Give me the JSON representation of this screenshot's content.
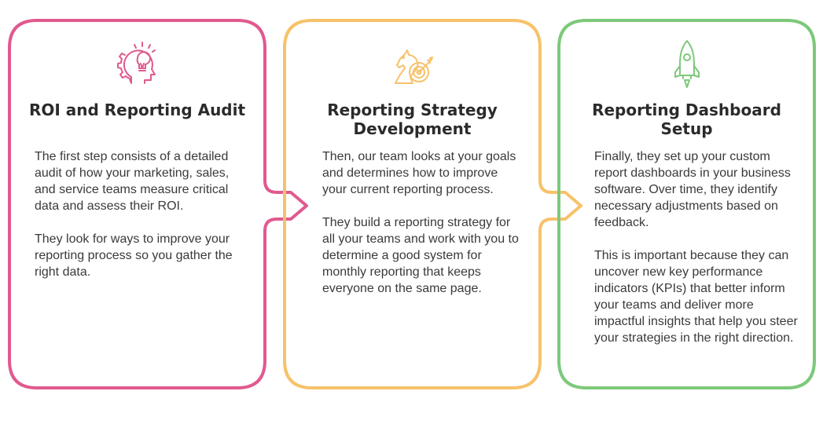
{
  "colors": {
    "pink": "#e05a8f",
    "orange": "#f7c26a",
    "green": "#7cc97a",
    "heading": "#2b2b2b",
    "text": "#3a3a3a"
  },
  "steps": [
    {
      "icon": "lightbulb-head-gear-icon",
      "title": "ROI and Reporting Audit",
      "paragraphs": [
        "The first step consists of a detailed audit of how your marketing, sales, and service teams measure critical data and assess their ROI.",
        "They look for ways to improve your reporting process so you gather the right data."
      ]
    },
    {
      "icon": "chess-knight-target-icon",
      "title": "Reporting Strategy Development",
      "paragraphs": [
        "Then, our team looks at your goals and determines how to improve your current reporting process.",
        "They build a reporting strategy for all your teams and work with you to determine a good system for monthly reporting that keeps everyone on the same page."
      ]
    },
    {
      "icon": "rocket-icon",
      "title": "Reporting Dashboard Setup",
      "paragraphs": [
        "Finally, they set up your custom report dashboards in your business software. Over time, they identify necessary adjustments based on feedback.",
        "This is important because they can uncover new key performance indicators (KPIs) that better inform your teams and deliver more impactful insights that help you steer your strategies in the right direction."
      ]
    }
  ]
}
